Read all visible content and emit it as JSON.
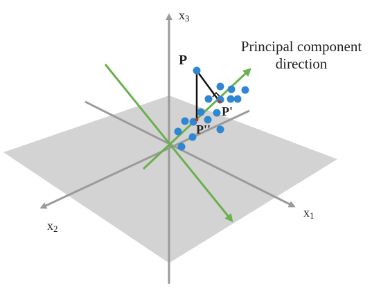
{
  "axes": {
    "x1": {
      "main": "x",
      "sub": "1"
    },
    "x2": {
      "main": "x",
      "sub": "2"
    },
    "x3": {
      "main": "x",
      "sub": "3"
    }
  },
  "caption": {
    "line1": "Principal component",
    "line2": "direction"
  },
  "points": {
    "p": "P",
    "p_prime": "P'",
    "p_double_prime": "P''"
  },
  "colors": {
    "plane": "#d3d3d3",
    "axis": "#9a9a9a",
    "pc_line": "#6ab04c",
    "dot": "#2f86d2",
    "triangle": "#111111",
    "marker": "#c0392b"
  }
}
